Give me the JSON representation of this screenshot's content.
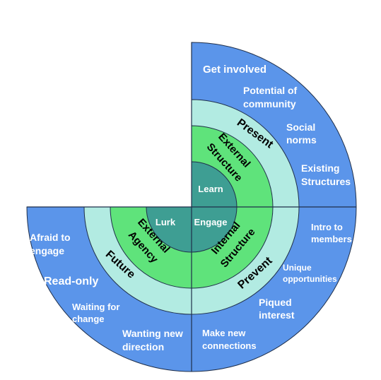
{
  "colors": {
    "outer_ring": "#5b95ea",
    "middle_ring": "#b2ebe2",
    "inner_ring": "#5fe37b",
    "core": "#3e9e93",
    "lines": "#1f2f4a",
    "text_light": "#ffffff",
    "text_dark": "#000000"
  },
  "quadrants": {
    "top_right": {
      "outer_items": [
        "Get involved",
        "Potential of",
        "community",
        "Social",
        "norms",
        "Existing",
        "Structures"
      ],
      "middle_label": "Present",
      "inner_label_line1": "External",
      "inner_label_line2": "Structure",
      "core_label": "Learn"
    },
    "bottom_right": {
      "outer_items": [
        "Intro to",
        "members",
        "Unique",
        "opportunities",
        "Piqued",
        "interest",
        "Make new",
        "connections"
      ],
      "middle_label": "Prevent",
      "inner_label_line1": "Internal",
      "inner_label_line2": "Structure",
      "core_label": "Engage"
    },
    "bottom_left": {
      "outer_items": [
        "Afraid to",
        "engage",
        "Read-only",
        "Waiting for",
        "change",
        "Wanting new",
        "direction"
      ],
      "middle_label": "Future",
      "inner_label_line1": "External",
      "inner_label_line2": "Agency",
      "core_label": "Lurk"
    }
  }
}
